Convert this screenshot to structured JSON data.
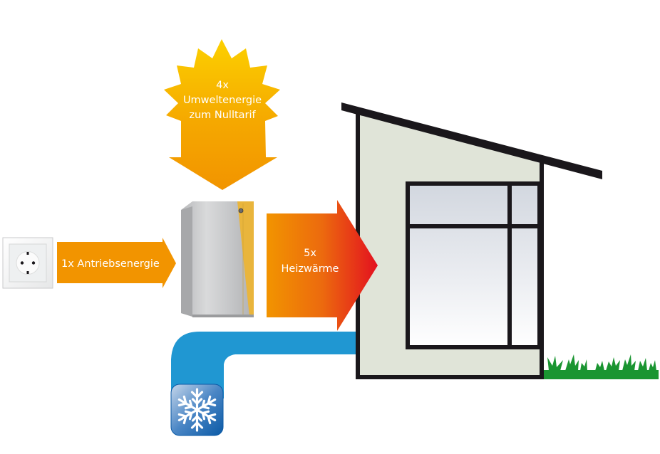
{
  "diagram": {
    "title": "Wärmepumpe Energiefluss",
    "ambient_energy": {
      "line1": "4x",
      "line2": "Umweltenergie",
      "line3": "zum Nulltarif",
      "icon": "sun-arrow-down-icon"
    },
    "drive_energy": {
      "label": "1x Antriebsenergie",
      "icon": "power-socket-icon"
    },
    "heat_output": {
      "line1": "5x",
      "line2": "Heizwärme"
    },
    "heat_pump": {
      "icon": "heat-pump-unit-icon"
    },
    "ground_source": {
      "icon": "snowflake-icon"
    },
    "house": {
      "icon": "house-icon"
    },
    "colors": {
      "sun_top": "#fcd000",
      "sun_bottom": "#f29400",
      "arrow_orange": "#f29400",
      "heat_start": "#f29400",
      "heat_end": "#e3101f",
      "pipe_blue": "#2097d2",
      "wall": "#e0e4d8",
      "outline": "#1a171b",
      "grass": "#1a9531",
      "window_top": "#d2d7df",
      "window_bottom": "#ffffff"
    }
  }
}
